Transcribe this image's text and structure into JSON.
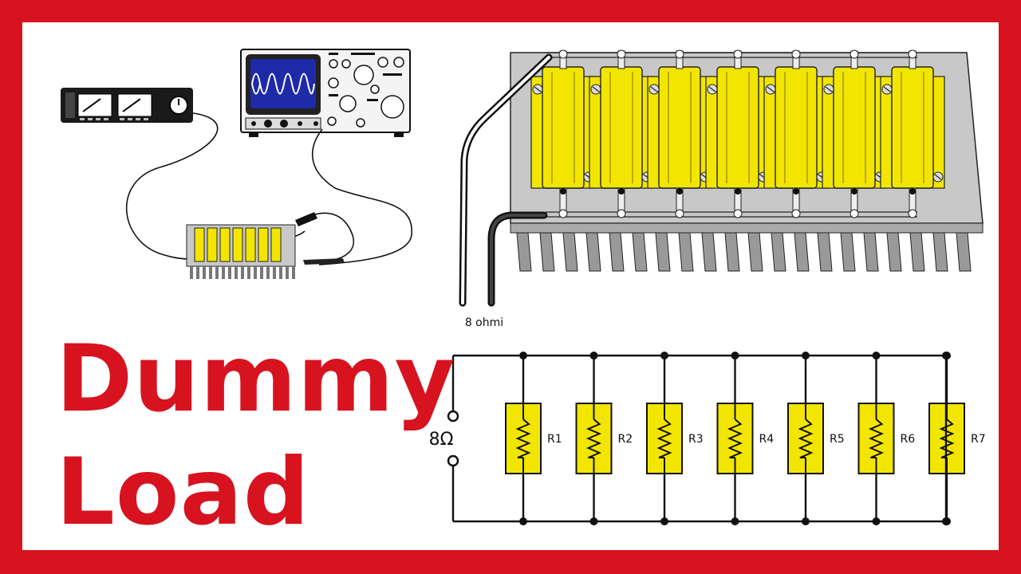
{
  "title": {
    "line1": "Dummy",
    "line2": "Load"
  },
  "wire_label": "8 ohmi",
  "source_label": "8Ω",
  "resistors": [
    "R1",
    "R2",
    "R3",
    "R4",
    "R5",
    "R6",
    "R7"
  ],
  "colors": {
    "frame": "#d7131f",
    "title": "#d7131f",
    "resistor": "#f2e600",
    "heatsink": "#c8c8c8",
    "line": "#111111"
  }
}
